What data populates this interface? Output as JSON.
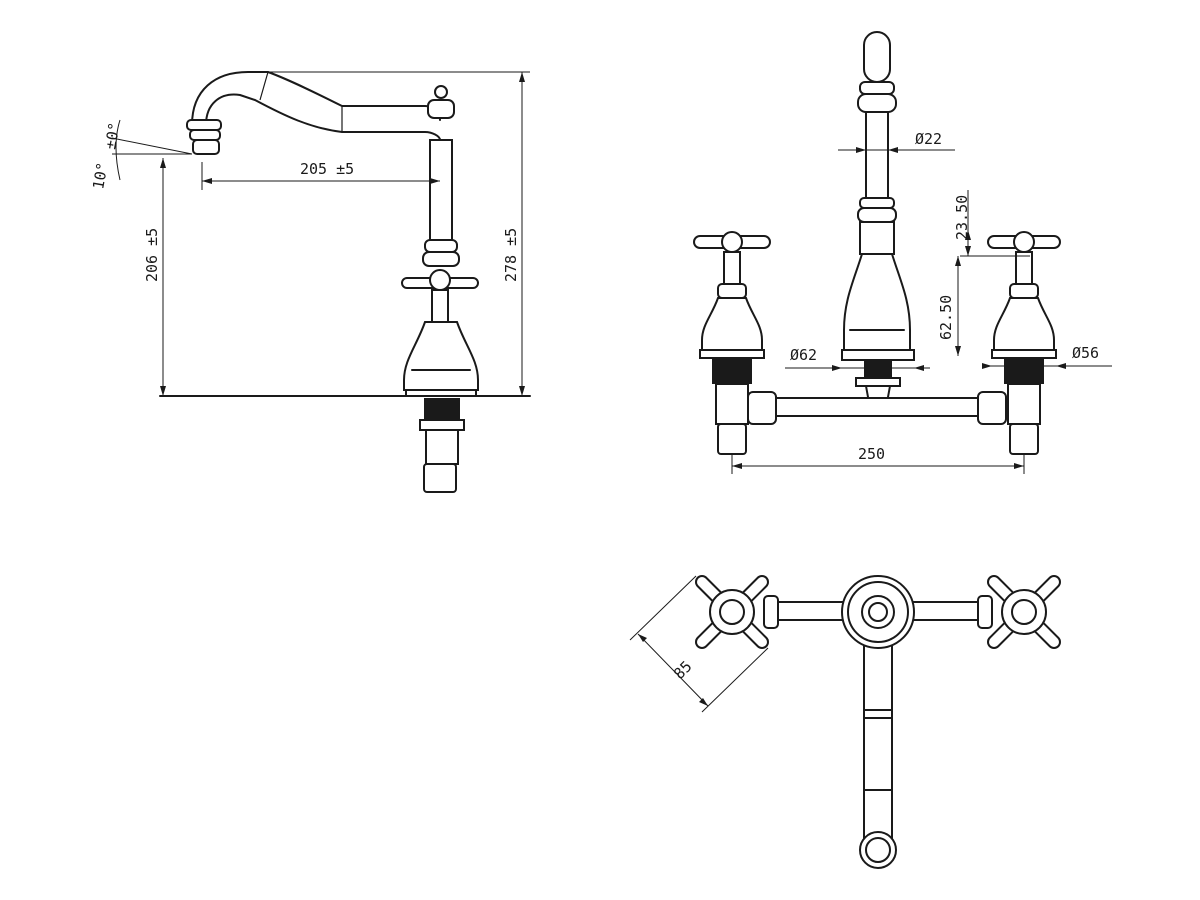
{
  "dimensions": {
    "angle_tolerance": "±0°",
    "angle": "10°",
    "spout_reach": "205 ±5",
    "spout_height": "206 ±5",
    "overall_height": "278 ±5",
    "spout_diameter": "22",
    "handle_height": "23.50",
    "body_height": "62.50",
    "center_base_diameter": "62",
    "side_base_diameter": "56",
    "center_distance": "250",
    "handle_span": "85",
    "diameter_symbol": "Ø"
  }
}
